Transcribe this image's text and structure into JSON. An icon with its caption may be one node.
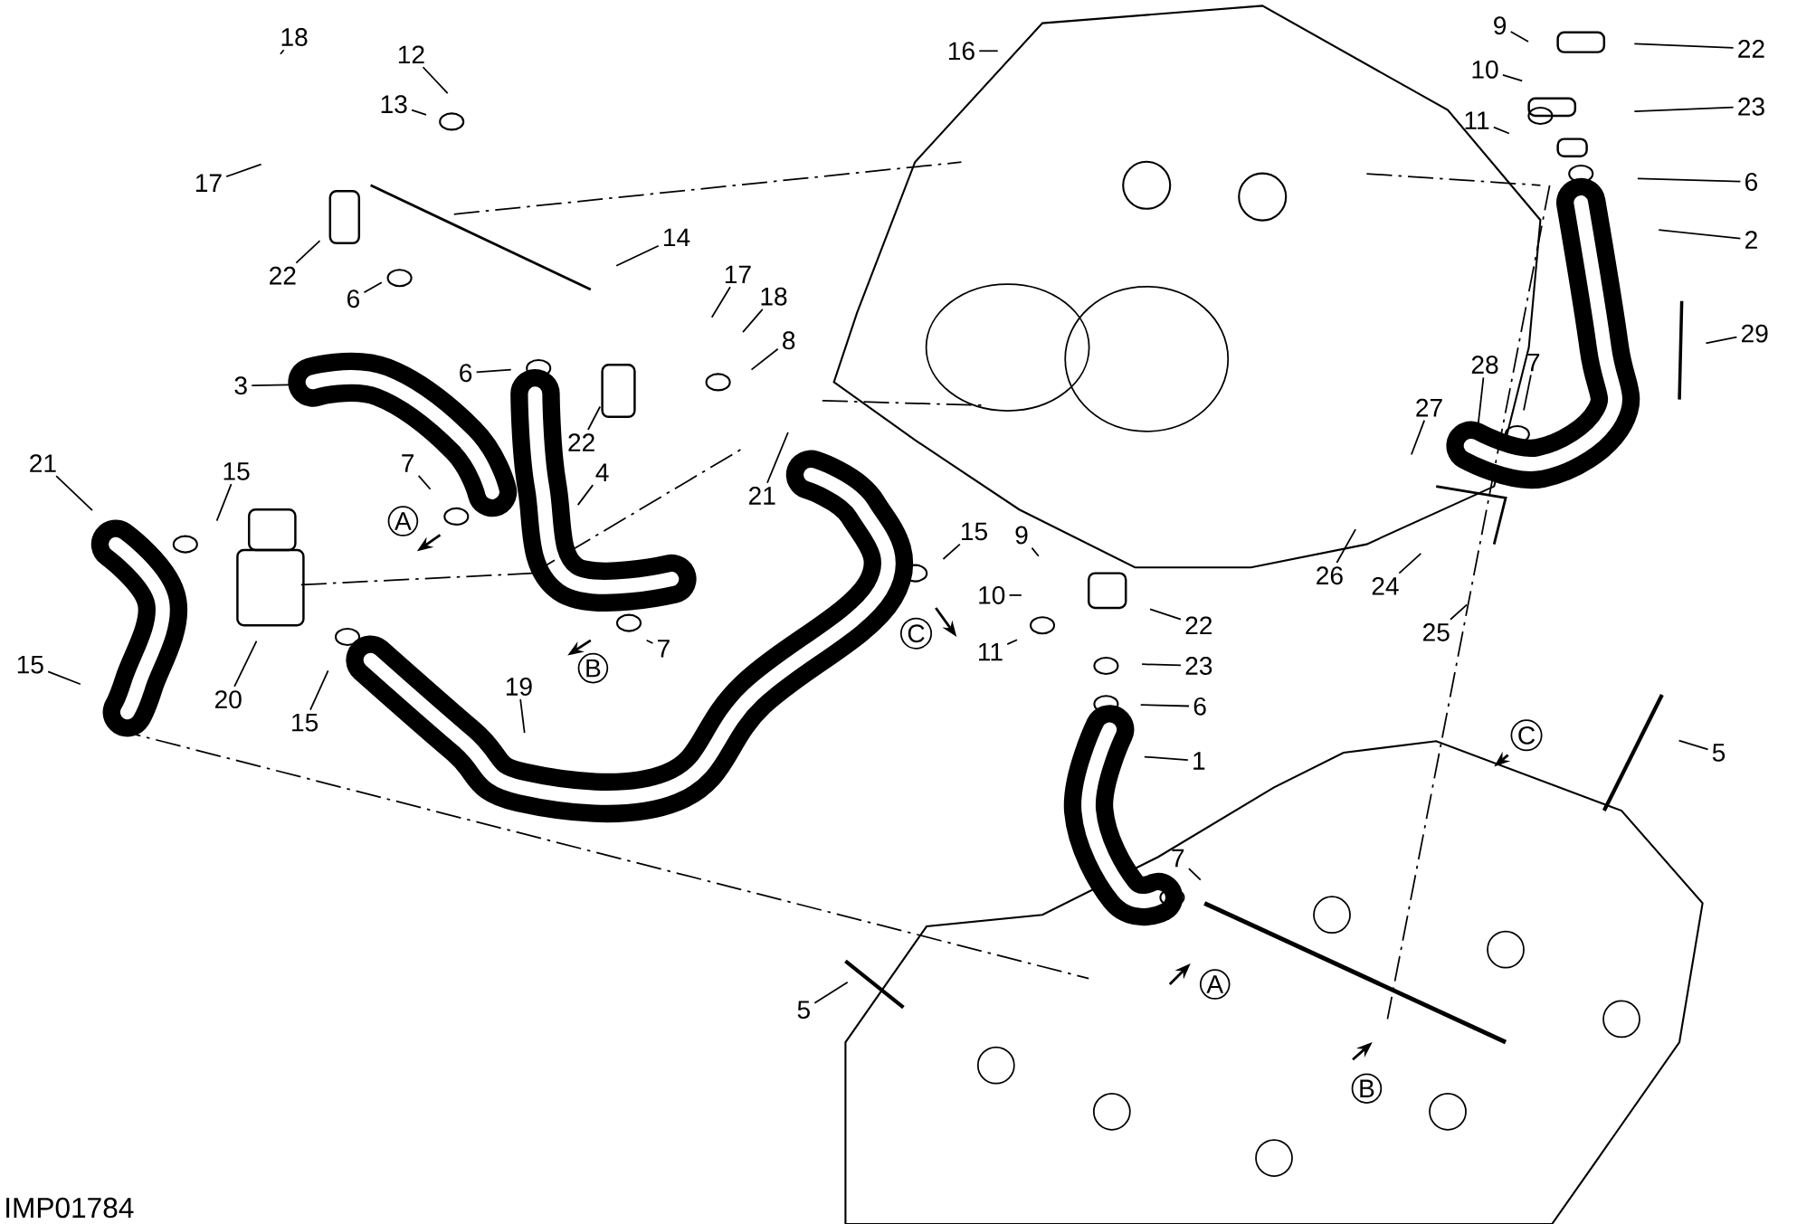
{
  "diagram": {
    "nodes": [
      {
        "text": [
          "18"
        ]
      },
      {
        "text": [
          "12"
        ]
      },
      {
        "text": [
          "13"
        ]
      },
      {
        "text": [
          "17"
        ]
      },
      {
        "text": [
          "22"
        ]
      },
      {
        "text": [
          "6"
        ]
      },
      {
        "text": [
          "14"
        ]
      },
      {
        "text": [
          "3"
        ]
      },
      {
        "text": [
          "6"
        ]
      },
      {
        "text": [
          "17"
        ]
      },
      {
        "text": [
          "18"
        ]
      },
      {
        "text": [
          "8"
        ]
      },
      {
        "text": [
          "22"
        ]
      },
      {
        "text": [
          "21"
        ]
      },
      {
        "text": [
          "15"
        ]
      },
      {
        "text": [
          "7"
        ]
      },
      {
        "text": [
          "A"
        ]
      },
      {
        "text": [
          "4"
        ]
      },
      {
        "text": [
          "21"
        ]
      },
      {
        "text": [
          "15"
        ]
      },
      {
        "text": [
          "9"
        ]
      },
      {
        "text": [
          "10"
        ]
      },
      {
        "text": [
          "11"
        ]
      },
      {
        "text": [
          "22"
        ]
      },
      {
        "text": [
          "23"
        ]
      },
      {
        "text": [
          "6"
        ]
      },
      {
        "text": [
          "1"
        ]
      },
      {
        "text": [
          "7"
        ]
      },
      {
        "text": [
          "5"
        ]
      },
      {
        "text": [
          "A"
        ]
      },
      {
        "text": [
          "B"
        ]
      },
      {
        "text": [
          "7"
        ]
      },
      {
        "text": [
          "C"
        ]
      },
      {
        "text": [
          "B"
        ]
      },
      {
        "text": [
          "C"
        ]
      },
      {
        "text": [
          "5"
        ]
      },
      {
        "text": [
          "15"
        ]
      },
      {
        "text": [
          "20"
        ]
      },
      {
        "text": [
          "15"
        ]
      },
      {
        "text": [
          "19"
        ]
      },
      {
        "text": [
          "16"
        ]
      },
      {
        "text": [
          "9"
        ]
      },
      {
        "text": [
          "22"
        ]
      },
      {
        "text": [
          "10"
        ]
      },
      {
        "text": [
          "23"
        ]
      },
      {
        "text": [
          "11"
        ]
      },
      {
        "text": [
          "6"
        ]
      },
      {
        "text": [
          "2"
        ]
      },
      {
        "text": [
          "29"
        ]
      },
      {
        "text": [
          "28"
        ]
      },
      {
        "text": [
          "7"
        ]
      },
      {
        "text": [
          "27"
        ]
      },
      {
        "text": [
          "26"
        ]
      },
      {
        "text": [
          "24"
        ]
      },
      {
        "text": [
          "25"
        ]
      }
    ],
    "edges": [
      {
        "from": 0,
        "to": null,
        "arrow": "none"
      },
      {
        "from": 1,
        "to": null,
        "arrow": "none"
      },
      {
        "from": 2,
        "to": null,
        "arrow": "none"
      },
      {
        "from": 3,
        "to": null,
        "arrow": "none"
      },
      {
        "from": 4,
        "to": null,
        "arrow": "none"
      },
      {
        "from": 5,
        "to": null,
        "arrow": "none"
      },
      {
        "from": 6,
        "to": null,
        "arrow": "none"
      },
      {
        "from": 7,
        "to": null,
        "arrow": "none"
      },
      {
        "from": 8,
        "to": null,
        "arrow": "none"
      },
      {
        "from": 9,
        "to": null,
        "arrow": "none"
      },
      {
        "from": 10,
        "to": null,
        "arrow": "none"
      },
      {
        "from": 11,
        "to": null,
        "arrow": "none"
      },
      {
        "from": 12,
        "to": null,
        "arrow": "none"
      },
      {
        "from": 13,
        "to": null,
        "arrow": "none"
      },
      {
        "from": 14,
        "to": null,
        "arrow": "none"
      },
      {
        "from": 15,
        "to": null,
        "arrow": "none"
      },
      {
        "from": 17,
        "to": null,
        "arrow": "none"
      },
      {
        "from": 18,
        "to": null,
        "arrow": "none"
      },
      {
        "from": 19,
        "to": null,
        "arrow": "none"
      },
      {
        "from": 20,
        "to": null,
        "arrow": "none"
      },
      {
        "from": 21,
        "to": null,
        "arrow": "none"
      },
      {
        "from": 22,
        "to": null,
        "arrow": "none"
      },
      {
        "from": 23,
        "to": null,
        "arrow": "none"
      },
      {
        "from": 24,
        "to": null,
        "arrow": "none"
      },
      {
        "from": 25,
        "to": null,
        "arrow": "none"
      },
      {
        "from": 26,
        "to": null,
        "arrow": "none"
      },
      {
        "from": 27,
        "to": null,
        "arrow": "none"
      },
      {
        "from": 28,
        "to": null,
        "arrow": "none"
      },
      {
        "from": 31,
        "to": null,
        "arrow": "none"
      },
      {
        "from": 35,
        "to": null,
        "arrow": "none"
      },
      {
        "from": 36,
        "to": null,
        "arrow": "none"
      },
      {
        "from": 37,
        "to": null,
        "arrow": "none"
      },
      {
        "from": 38,
        "to": null,
        "arrow": "none"
      },
      {
        "from": 39,
        "to": null,
        "arrow": "none"
      },
      {
        "from": 40,
        "to": null,
        "arrow": "none"
      },
      {
        "from": 41,
        "to": null,
        "arrow": "none"
      },
      {
        "from": 42,
        "to": null,
        "arrow": "none"
      },
      {
        "from": 43,
        "to": null,
        "arrow": "none"
      },
      {
        "from": 44,
        "to": null,
        "arrow": "none"
      },
      {
        "from": 45,
        "to": null,
        "arrow": "none"
      },
      {
        "from": 46,
        "to": null,
        "arrow": "none"
      },
      {
        "from": 47,
        "to": null,
        "arrow": "none"
      },
      {
        "from": 48,
        "to": null,
        "arrow": "none"
      },
      {
        "from": 49,
        "to": null,
        "arrow": "none"
      },
      {
        "from": 50,
        "to": null,
        "arrow": "none"
      },
      {
        "from": 51,
        "to": null,
        "arrow": "none"
      },
      {
        "from": 52,
        "to": null,
        "arrow": "none"
      },
      {
        "from": 53,
        "to": null,
        "arrow": "none"
      },
      {
        "from": 54,
        "to": null,
        "arrow": "none"
      }
    ],
    "labels": [
      "IMP01784"
    ]
  }
}
